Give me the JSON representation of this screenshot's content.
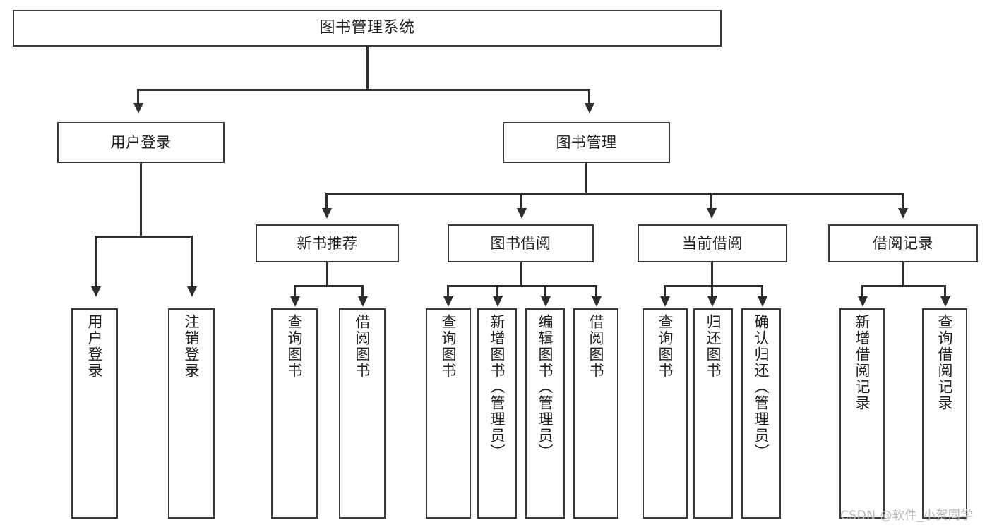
{
  "diagram": {
    "type": "tree-hierarchy",
    "title": "图书管理系统",
    "root": {
      "label": "图书管理系统"
    },
    "level1": [
      {
        "id": "user-login",
        "label": "用户登录"
      },
      {
        "id": "book-management",
        "label": "图书管理"
      }
    ],
    "level2": [
      {
        "id": "new-book-recommend",
        "label": "新书推荐",
        "parent": "book-management"
      },
      {
        "id": "book-borrow",
        "label": "图书借阅",
        "parent": "book-management"
      },
      {
        "id": "current-borrow",
        "label": "当前借阅",
        "parent": "book-management"
      },
      {
        "id": "borrow-record",
        "label": "借阅记录",
        "parent": "book-management"
      }
    ],
    "leaves": [
      {
        "id": "leaf-user-login",
        "label": "用户登录",
        "parent": "user-login"
      },
      {
        "id": "leaf-logout-login",
        "label": "注销登录",
        "parent": "user-login"
      },
      {
        "id": "leaf-query-book-1",
        "label": "查询图书",
        "parent": "new-book-recommend"
      },
      {
        "id": "leaf-borrow-book-1",
        "label": "借阅图书",
        "parent": "new-book-recommend"
      },
      {
        "id": "leaf-query-book-2",
        "label": "查询图书",
        "parent": "book-borrow"
      },
      {
        "id": "leaf-add-book",
        "label": "新增图书（管理员）",
        "parent": "book-borrow"
      },
      {
        "id": "leaf-edit-book",
        "label": "编辑图书（管理员）",
        "parent": "book-borrow"
      },
      {
        "id": "leaf-borrow-book-2",
        "label": "借阅图书",
        "parent": "book-borrow"
      },
      {
        "id": "leaf-query-book-3",
        "label": "查询图书",
        "parent": "current-borrow"
      },
      {
        "id": "leaf-return-book",
        "label": "归还图书",
        "parent": "current-borrow"
      },
      {
        "id": "leaf-confirm-return",
        "label": "确认归还（管理员）",
        "parent": "current-borrow"
      },
      {
        "id": "leaf-add-record",
        "label": "新增借阅记录",
        "parent": "borrow-record"
      },
      {
        "id": "leaf-query-record",
        "label": "查询借阅记录",
        "parent": "borrow-record"
      }
    ]
  },
  "watermark": {
    "text": "CSDN @软件_小贺同学"
  },
  "colors": {
    "background": "#ffffff",
    "box_border": "#3a3a3a",
    "connector": "#2e2e2e",
    "text": "#1f1f1f",
    "watermark": "#b9b9b9"
  }
}
